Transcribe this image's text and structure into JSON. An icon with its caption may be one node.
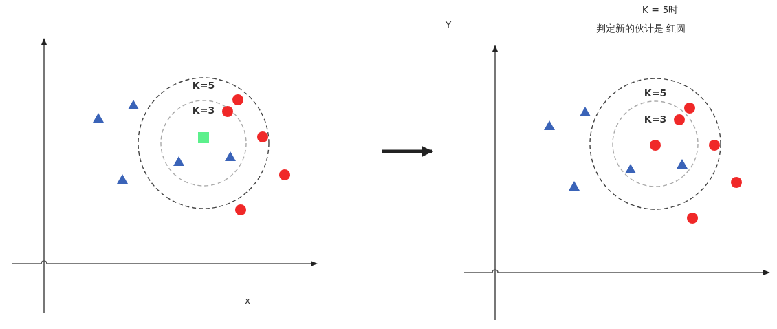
{
  "diagram": {
    "nodes": [
      {
        "text": [],
        "shape": "picture"
      },
      {
        "text": [],
        "shape": "picture"
      }
    ],
    "edges": [
      {
        "from": null,
        "to": 1,
        "arrow": "to"
      }
    ],
    "labels": [
      "K=5",
      "K=3",
      "x",
      "K = 5时",
      "判定新的伙计是 红圆",
      "Y",
      "K=5",
      "K=3"
    ]
  }
}
